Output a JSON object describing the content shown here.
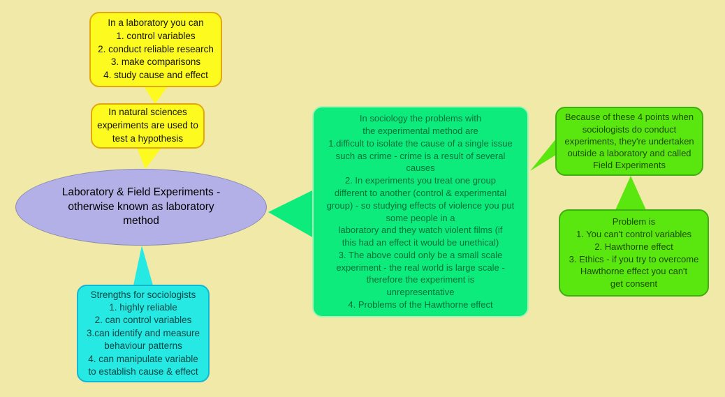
{
  "diagram": {
    "type": "mind-map",
    "central_topic": {
      "text": "Laboratory & Field Experiments -\notherwise known as laboratory\nmethod",
      "shape": "ellipse"
    }
  },
  "nodes": {
    "lab": {
      "text": "In a laboratory you can\n1. control variables\n2. conduct reliable research\n3. make comparisons\n4. study cause and effect",
      "color_name": "yellow"
    },
    "natural": {
      "text": "In natural sciences\nexperiments are used to\ntest a hypothesis",
      "color_name": "yellow"
    },
    "strengths": {
      "text": "Strengths for sociologists\n1. highly reliable\n2. can control variables\n3.can identify and measure\nbehaviour patterns\n4. can manipulate variable\nto establish cause & effect",
      "color_name": "cyan"
    },
    "problems": {
      "text": "In sociology the problems with\nthe experimental method are\n1.difficult to isolate the cause of a single issue\nsuch as crime - crime is a result of several\ncauses\n2. In experiments you treat one group\ndifferent to another (control & experimental\ngroup) - so studying effects of violence you put\nsome people in a\nlaboratory and they watch violent films (if\nthis had an effect it would be unethical)\n3. The above could only be a small scale\nexperiment - the real world is large scale -\ntherefore the experiment is\nunrepresentative\n4. Problems of the Hawthorne effect",
      "color_name": "spring-green"
    },
    "field": {
      "text": "Because of these 4 points when\nsociologists do conduct\nexperiments, they're undertaken\noutside a laboratory and called\nField Experiments",
      "color_name": "lawn-green"
    },
    "field_problems": {
      "text": "Problem is\n1. You can't control variables\n2. Hawthorne effect\n3. Ethics - if you try to overcome\nHawthorne effect you can't\nget consent",
      "color_name": "lawn-green"
    }
  },
  "colors": {
    "background": "#f0e9a8",
    "yellow_fill": "#fcfa1e",
    "yellow_border": "#e2a90a",
    "cyan_fill": "#25e9e2",
    "cyan_border": "#14b6d4",
    "spring_green_fill": "#0deb7d",
    "spring_green_border": "#a9f3b4",
    "lawn_green_fill": "#5ae60f",
    "lawn_green_border": "#3fae14",
    "ellipse_fill": "#b2b0e6",
    "ellipse_border": "#8c8ab2",
    "central_text": "#047038",
    "right_text": "#1d4c00"
  }
}
